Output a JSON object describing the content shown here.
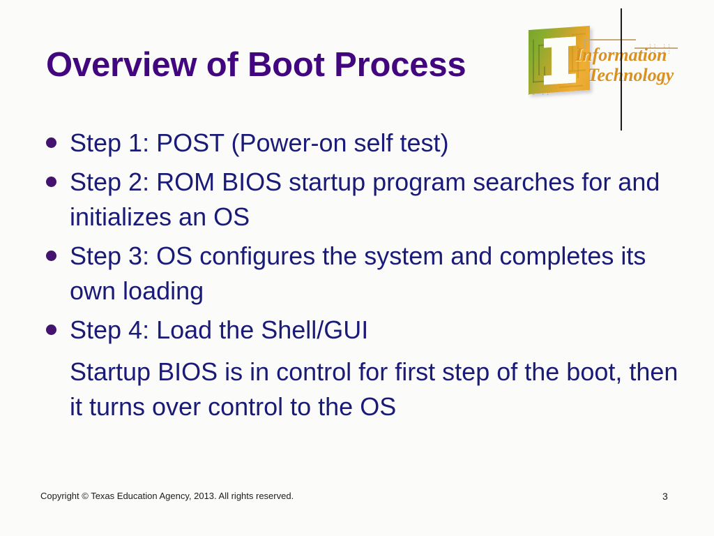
{
  "slide": {
    "title": "Overview of Boot Process",
    "title_color": "#42077f",
    "body_color": "#1a1a78",
    "bullet_color": "#44126f",
    "background_color": "#fbfbf9",
    "bullets": [
      {
        "text": "Step 1: POST (Power-on self test)"
      },
      {
        "text": "Step 2: ROM BIOS startup program searches for and initializes an OS"
      },
      {
        "text": "Step 3: OS configures the system and completes its own loading"
      },
      {
        "text": "Step 4: Load the Shell/GUI"
      }
    ],
    "paragraph": "Startup BIOS is in control for first step of the boot, then it turns over control to the OS"
  },
  "logo": {
    "name": "information-technology-logo",
    "line1": "Information",
    "line2": "Technology",
    "chip_letter": "I",
    "dots_right": ":: :: :: :: ::",
    "dots_bottomleft": ":: ::",
    "color_green": "#7aa52c",
    "color_gold": "#e8a62b",
    "color_text": "#d9901f"
  },
  "footer": {
    "copyright": "Copyright © Texas Education Agency, 2013. All rights reserved.",
    "page_number": "3"
  }
}
